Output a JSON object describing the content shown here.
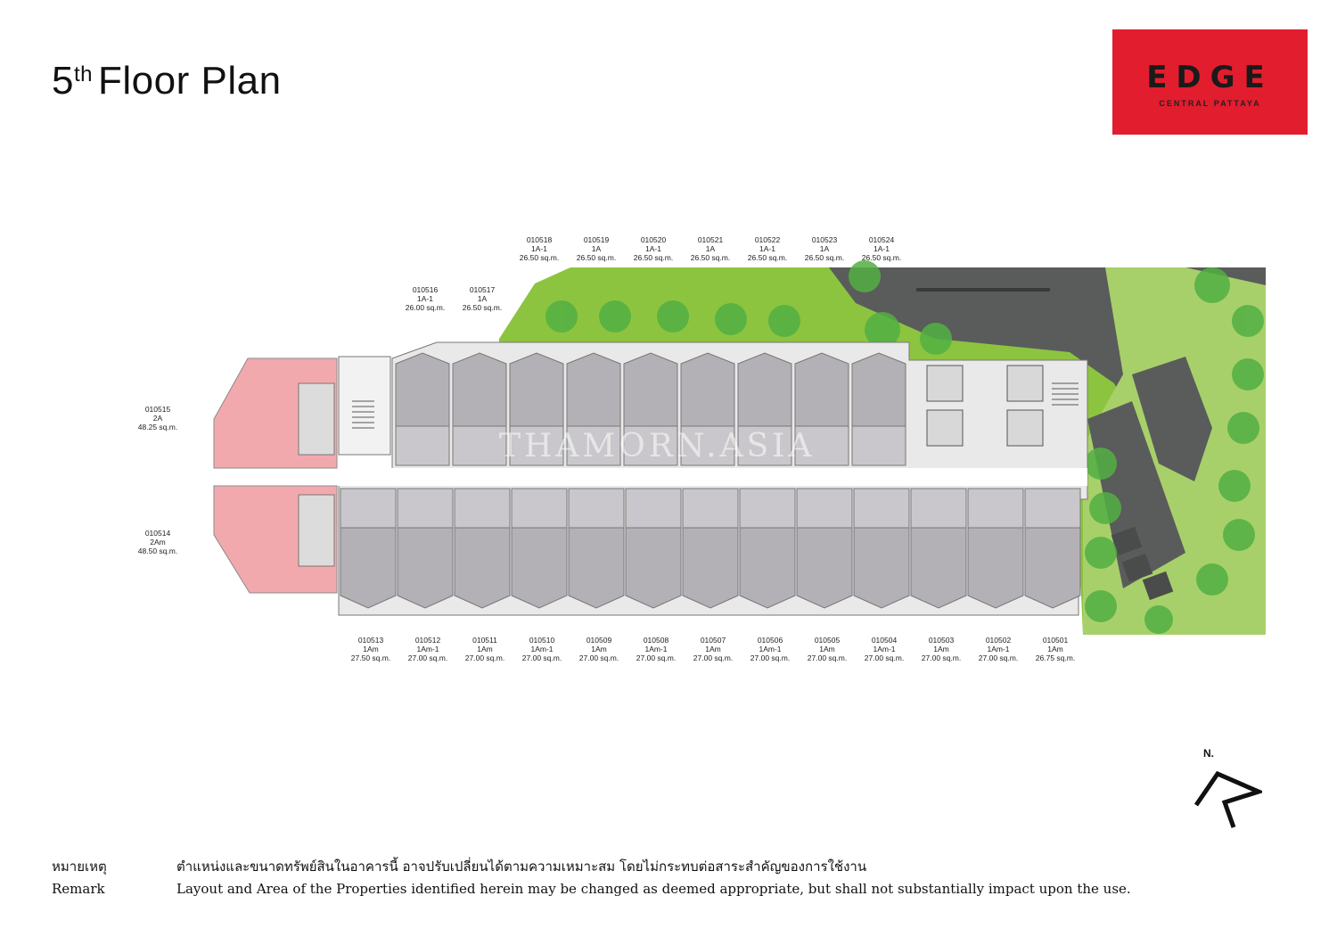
{
  "title": {
    "number": "5",
    "suffix": "th",
    "text": "Floor Plan"
  },
  "logo": {
    "brand": "EDGE",
    "subtitle": "CENTRAL PATTAYA",
    "color": "#e21d2e"
  },
  "watermark": "THAMORN.ASIA",
  "north_label": "N.",
  "units_top": [
    {
      "id": "010518",
      "type": "1A-1",
      "area": "26.50 sq.m."
    },
    {
      "id": "010519",
      "type": "1A",
      "area": "26.50 sq.m."
    },
    {
      "id": "010520",
      "type": "1A-1",
      "area": "26.50 sq.m."
    },
    {
      "id": "010521",
      "type": "1A",
      "area": "26.50 sq.m."
    },
    {
      "id": "010522",
      "type": "1A-1",
      "area": "26.50 sq.m."
    },
    {
      "id": "010523",
      "type": "1A",
      "area": "26.50 sq.m."
    },
    {
      "id": "010524",
      "type": "1A-1",
      "area": "26.50 sq.m."
    }
  ],
  "units_mid": [
    {
      "id": "010516",
      "type": "1A-1",
      "area": "26.00 sq.m."
    },
    {
      "id": "010517",
      "type": "1A",
      "area": "26.50 sq.m."
    }
  ],
  "units_left": [
    {
      "id": "010515",
      "type": "2A",
      "area": "48.25 sq.m."
    },
    {
      "id": "010514",
      "type": "2Am",
      "area": "48.50 sq.m."
    }
  ],
  "units_bottom": [
    {
      "id": "010513",
      "type": "1Am",
      "area": "27.50 sq.m."
    },
    {
      "id": "010512",
      "type": "1Am-1",
      "area": "27.00 sq.m."
    },
    {
      "id": "010511",
      "type": "1Am",
      "area": "27.00 sq.m."
    },
    {
      "id": "010510",
      "type": "1Am-1",
      "area": "27.00 sq.m."
    },
    {
      "id": "010509",
      "type": "1Am",
      "area": "27.00 sq.m."
    },
    {
      "id": "010508",
      "type": "1Am-1",
      "area": "27.00 sq.m."
    },
    {
      "id": "010507",
      "type": "1Am",
      "area": "27.00 sq.m."
    },
    {
      "id": "010506",
      "type": "1Am-1",
      "area": "27.00 sq.m."
    },
    {
      "id": "010505",
      "type": "1Am",
      "area": "27.00 sq.m."
    },
    {
      "id": "010504",
      "type": "1Am-1",
      "area": "27.00 sq.m."
    },
    {
      "id": "010503",
      "type": "1Am",
      "area": "27.00 sq.m."
    },
    {
      "id": "010502",
      "type": "1Am-1",
      "area": "27.00 sq.m."
    },
    {
      "id": "010501",
      "type": "1Am",
      "area": "26.75 sq.m."
    }
  ],
  "remarks": [
    {
      "key": "หมายเหตุ",
      "text": "ตำแหน่งและขนาดทรัพย์สินในอาคารนี้ อาจปรับเปลี่ยนได้ตามความเหมาะสม โดยไม่กระทบต่อสาระสำคัญของการใช้งาน"
    },
    {
      "key": "Remark",
      "text": "Layout and Area of the Properties identified herein may be changed as deemed appropriate, but shall not substantially impact upon the use."
    }
  ],
  "colors": {
    "unit": "#b3b0b6",
    "unit_2bed": "#f2a9ae",
    "garden_light": "#9ccd54",
    "garden_dark": "#5f6160",
    "tree": "#58b947"
  }
}
